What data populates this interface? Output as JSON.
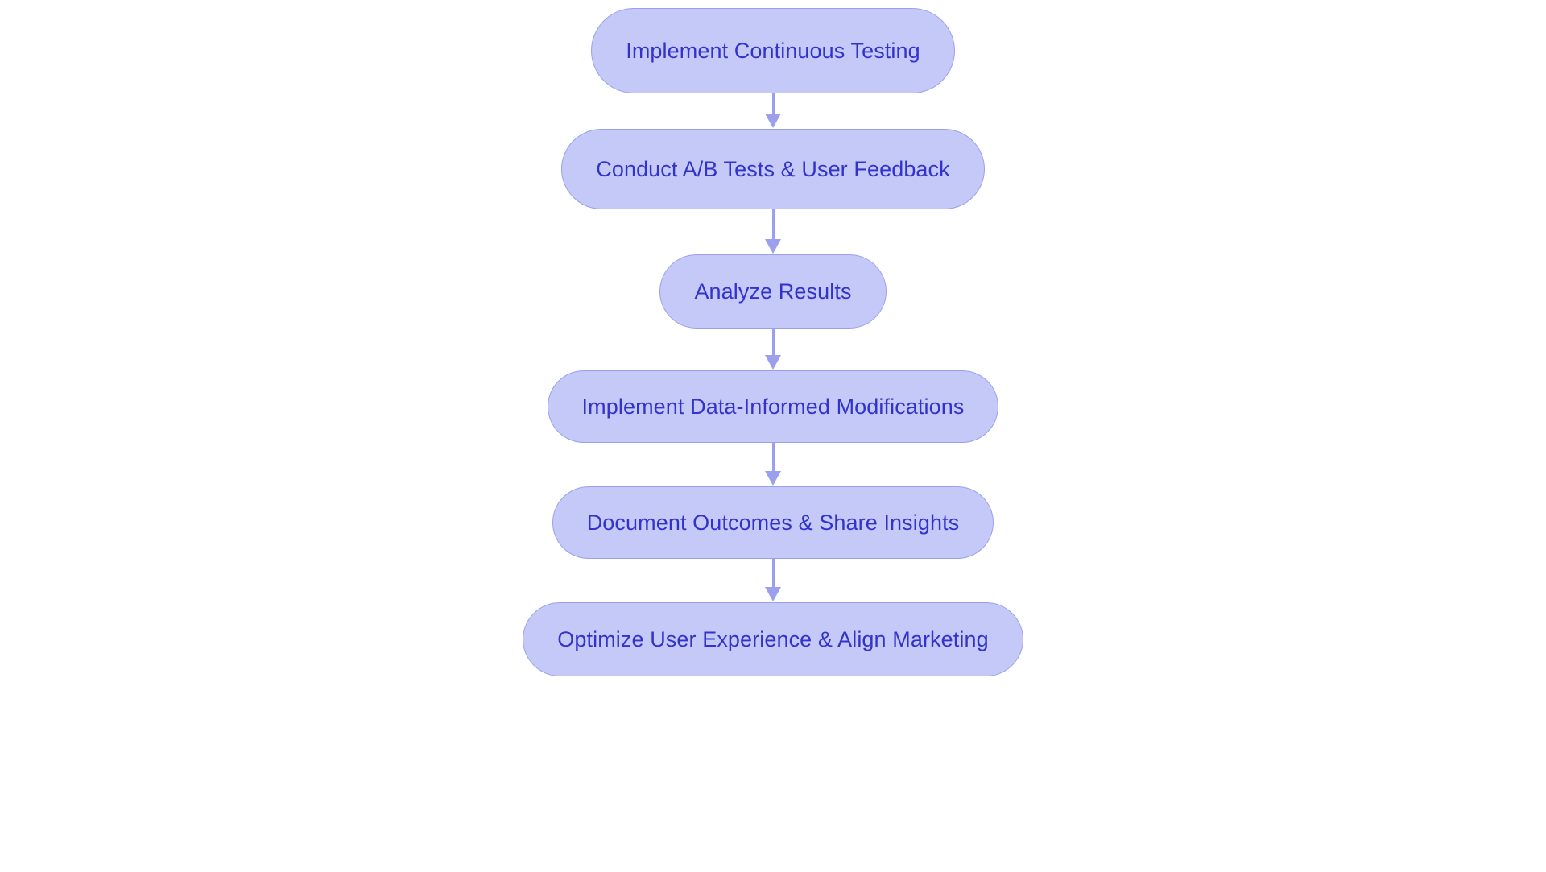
{
  "diagram": {
    "type": "flowchart",
    "orientation": "vertical-top-to-bottom",
    "background_color": "#ffffff",
    "node_fill_color": "#c5c9f7",
    "node_border_color": "#9aa0ee",
    "node_text_color": "#3333cc",
    "connector_color": "#9aa0ee",
    "node_shape": "stadium",
    "nodes": [
      {
        "id": "n1",
        "label": "Implement Continuous Testing"
      },
      {
        "id": "n2",
        "label": "Conduct A/B Tests & User Feedback"
      },
      {
        "id": "n3",
        "label": "Analyze Results"
      },
      {
        "id": "n4",
        "label": "Implement Data-Informed Modifications"
      },
      {
        "id": "n5",
        "label": "Document Outcomes & Share Insights"
      },
      {
        "id": "n6",
        "label": "Optimize User Experience & Align Marketing"
      }
    ],
    "edges": [
      {
        "from": "n1",
        "to": "n2",
        "label": "",
        "arrow": "down-arrow-icon"
      },
      {
        "from": "n2",
        "to": "n3",
        "label": "",
        "arrow": "down-arrow-icon"
      },
      {
        "from": "n3",
        "to": "n4",
        "label": "",
        "arrow": "down-arrow-icon"
      },
      {
        "from": "n4",
        "to": "n5",
        "label": "",
        "arrow": "down-arrow-icon"
      },
      {
        "from": "n5",
        "to": "n6",
        "label": "",
        "arrow": "down-arrow-icon"
      }
    ]
  }
}
